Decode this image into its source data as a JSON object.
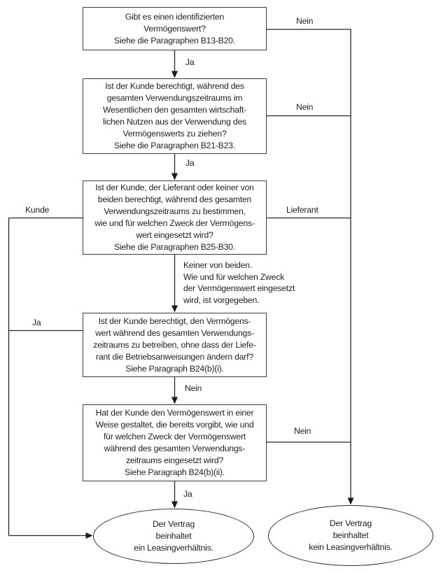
{
  "meta": {
    "background_color": "#ffffff",
    "text_color": "#1e1e1e",
    "line_color": "#262626",
    "box_border_color": "#3c3c3c"
  },
  "flowchart": {
    "boxes": [
      {
        "id": "identified-asset",
        "text": "Gibt es einen identifizierten\nVermögenswert?\nSiehe die Paragraphen B13-B20."
      },
      {
        "id": "economic-benefits",
        "text": "Ist der Kunde berechtigt, während des\ngesamten Verwendungszeitraums im\nWesentlichen den gesamten wirtschaft-\nlichen Nutzen aus der Verwendung des\nVermögenswerts zu ziehen?\nSiehe die Paragraphen B21-B23."
      },
      {
        "id": "who-directs-use",
        "text": "Ist der Kunde, der Lieferant oder keiner von\nbeiden berechtigt, während des gesamten\nVerwendungszeitraums zu bestimmen,\nwie und für welchen Zweck der Vermögens-\nwert eingesetzt wird?\nSiehe die Paragraphen B25-B30."
      },
      {
        "id": "customer-operates",
        "text": "Ist der Kunde berechtigt, den Vermögens-\nwert während des gesamten Verwendungs-\nzeitraums zu betreiben, ohne dass der Liefe-\nrant die Betriebsanweisungen ändern darf?\nSiehe Paragraph B24(b)(i)."
      },
      {
        "id": "customer-designed",
        "text": "Hat der Kunde den Vermögenswert in einer\nWeise gestaltet, die bereits vorgibt, wie und\nfür welchen Zweck der Vermögenswert\nwährend des gesamten Verwendungs-\nzeitraums eingesetzt wird?\nSiehe Paragraph B24(b)(ii)."
      }
    ],
    "terminals": [
      {
        "id": "is-lease",
        "text": "Der Vertrag\nbeinhaltet\nein Leasingverhältnis."
      },
      {
        "id": "is-no-lease",
        "text": "Der Vertrag\nbeinhaltet\nkein Leasingverhältnis."
      }
    ],
    "edge_labels": {
      "ja1": "Ja",
      "nein1": "Nein",
      "ja2": "Ja",
      "nein2": "Nein",
      "kunde": "Kunde",
      "lieferant": "Lieferant",
      "keiner_von_beiden": "Keiner von beiden.\nWie und für welchen Zweck\nder Vermögenswert eingesetzt\nwird, ist vorgegeben.",
      "ja4": "Ja",
      "nein4": "Nein",
      "nein5": "Nein",
      "ja5": "Ja"
    }
  }
}
